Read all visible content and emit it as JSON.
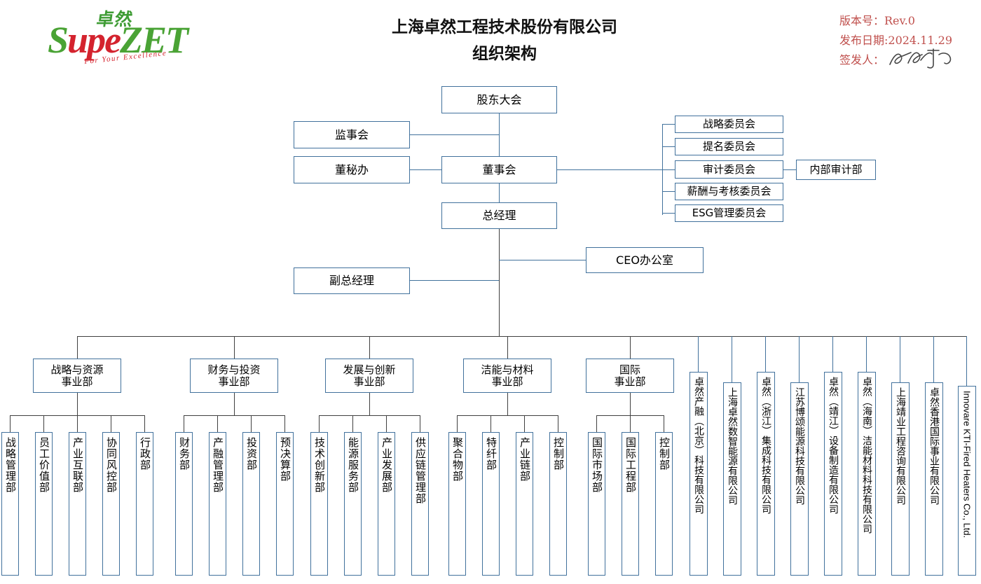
{
  "header": {
    "logo": {
      "chinese": "卓然",
      "word_part_1": "Supe",
      "word_part_2": "ZET",
      "tagline": "For Your Excellence"
    },
    "title_line1": "上海卓然工程技术股份有限公司",
    "title_line2": "组织架构",
    "version_label": "版本号：Rev.0",
    "release_label": "发布日期:2024.11.29",
    "signer_label": "签发人：",
    "meta_color": "#c0504d",
    "accent_color": "#41719c",
    "line_color": "#404040"
  },
  "governance": {
    "shareholders_meeting": "股东大会",
    "supervisory_board": "监事会",
    "board_secretary_office": "董秘办",
    "board_of_directors": "董事会",
    "general_manager": "总经理",
    "deputy_general_manager": "副总经理",
    "ceo_office": "CEO办公室",
    "internal_audit_department": "内部审计部"
  },
  "committees": [
    "战略委员会",
    "提名委员会",
    "审计委员会",
    "薪酬与考核委员会",
    "ESG管理委员会"
  ],
  "divisions": [
    {
      "name": "战略与资源\n事业部",
      "departments": [
        "战略管理部",
        "员工价值部",
        "产业互联部",
        "协同风控部",
        "行政部"
      ]
    },
    {
      "name": "财务与投资\n事业部",
      "departments": [
        "财务部",
        "产融管理部",
        "投资部",
        "预决算部"
      ]
    },
    {
      "name": "发展与创新\n事业部",
      "departments": [
        "技术创新部",
        "能源服务部",
        "产业发展部",
        "供应链管理部"
      ]
    },
    {
      "name": "洁能与材料\n事业部",
      "departments": [
        "聚合物部",
        "特纤部",
        "产业链部",
        "控制部"
      ]
    },
    {
      "name": "国际\n事业部",
      "departments": [
        "国际市场部",
        "国际工程部",
        "控制部"
      ]
    }
  ],
  "subsidiaries": [
    "卓然产融（北京）科技有限公司",
    "上海卓然数智能源有限公司",
    "卓然（浙江）集成科技有限公司",
    "江苏博颂能源科技有限公司",
    "卓然（靖江）设备制造有限公司",
    "卓然（海南）洁能材料科技有限公司",
    "上海靖业工程咨询有限公司",
    "卓然香港国际事业有限公司",
    "Innovare KTI-Fired Heaters Co., Ltd."
  ]
}
